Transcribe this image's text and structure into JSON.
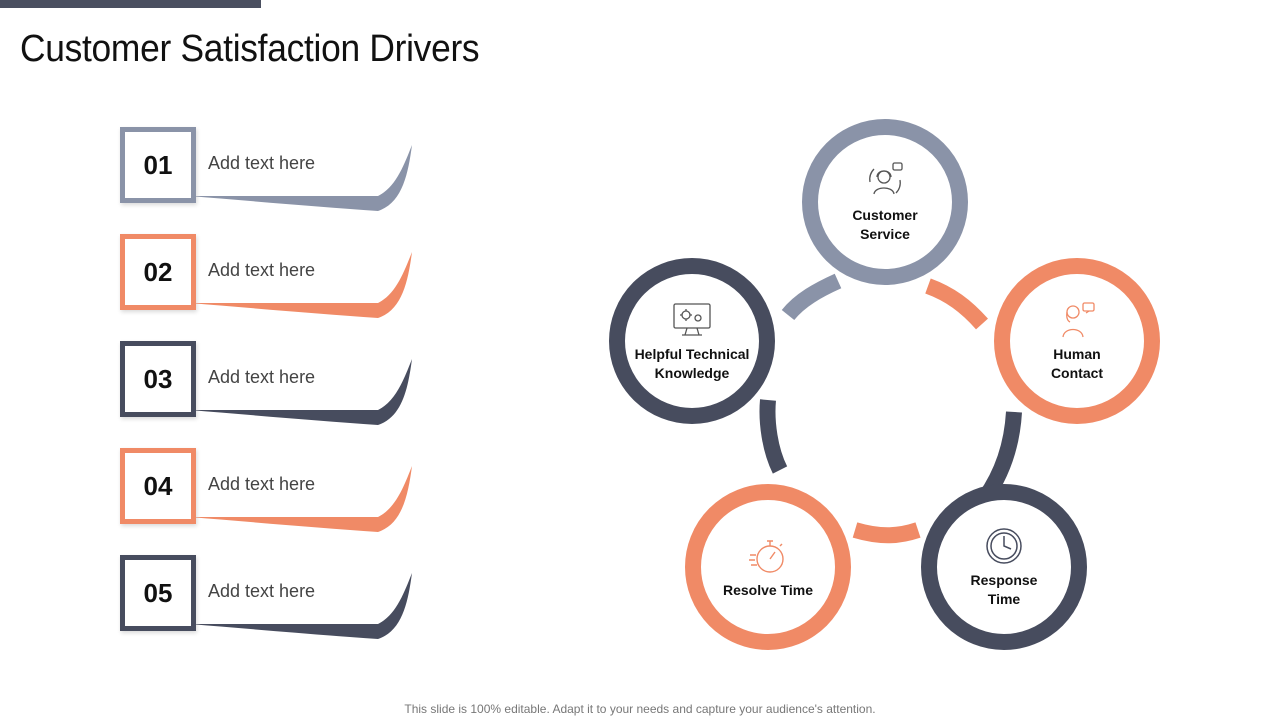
{
  "title": "Customer Satisfaction Drivers",
  "colors": {
    "slate": "#8a93a8",
    "orange": "#f08a66",
    "navy": "#474c5e"
  },
  "list": [
    {
      "number": "01",
      "text": "Add text here",
      "color": "#8a93a8"
    },
    {
      "number": "02",
      "text": "Add text here",
      "color": "#f08a66"
    },
    {
      "number": "03",
      "text": "Add text here",
      "color": "#474c5e"
    },
    {
      "number": "04",
      "text": "Add text here",
      "color": "#f08a66"
    },
    {
      "number": "05",
      "text": "Add text here",
      "color": "#474c5e"
    }
  ],
  "cycle": [
    {
      "label": "Customer\nService",
      "icon": "customer-service-icon",
      "color": "#8a93a8"
    },
    {
      "label": "Human\nContact",
      "icon": "human-contact-icon",
      "color": "#f08a66"
    },
    {
      "label": "Response\nTime",
      "icon": "clock-icon",
      "color": "#474c5e"
    },
    {
      "label": "Resolve Time",
      "icon": "stopwatch-icon",
      "color": "#f08a66"
    },
    {
      "label": "Helpful Technical\nKnowledge",
      "icon": "computer-gears-icon",
      "color": "#474c5e"
    }
  ],
  "footer": "This slide is 100% editable. Adapt it to your needs and capture your audience's attention."
}
